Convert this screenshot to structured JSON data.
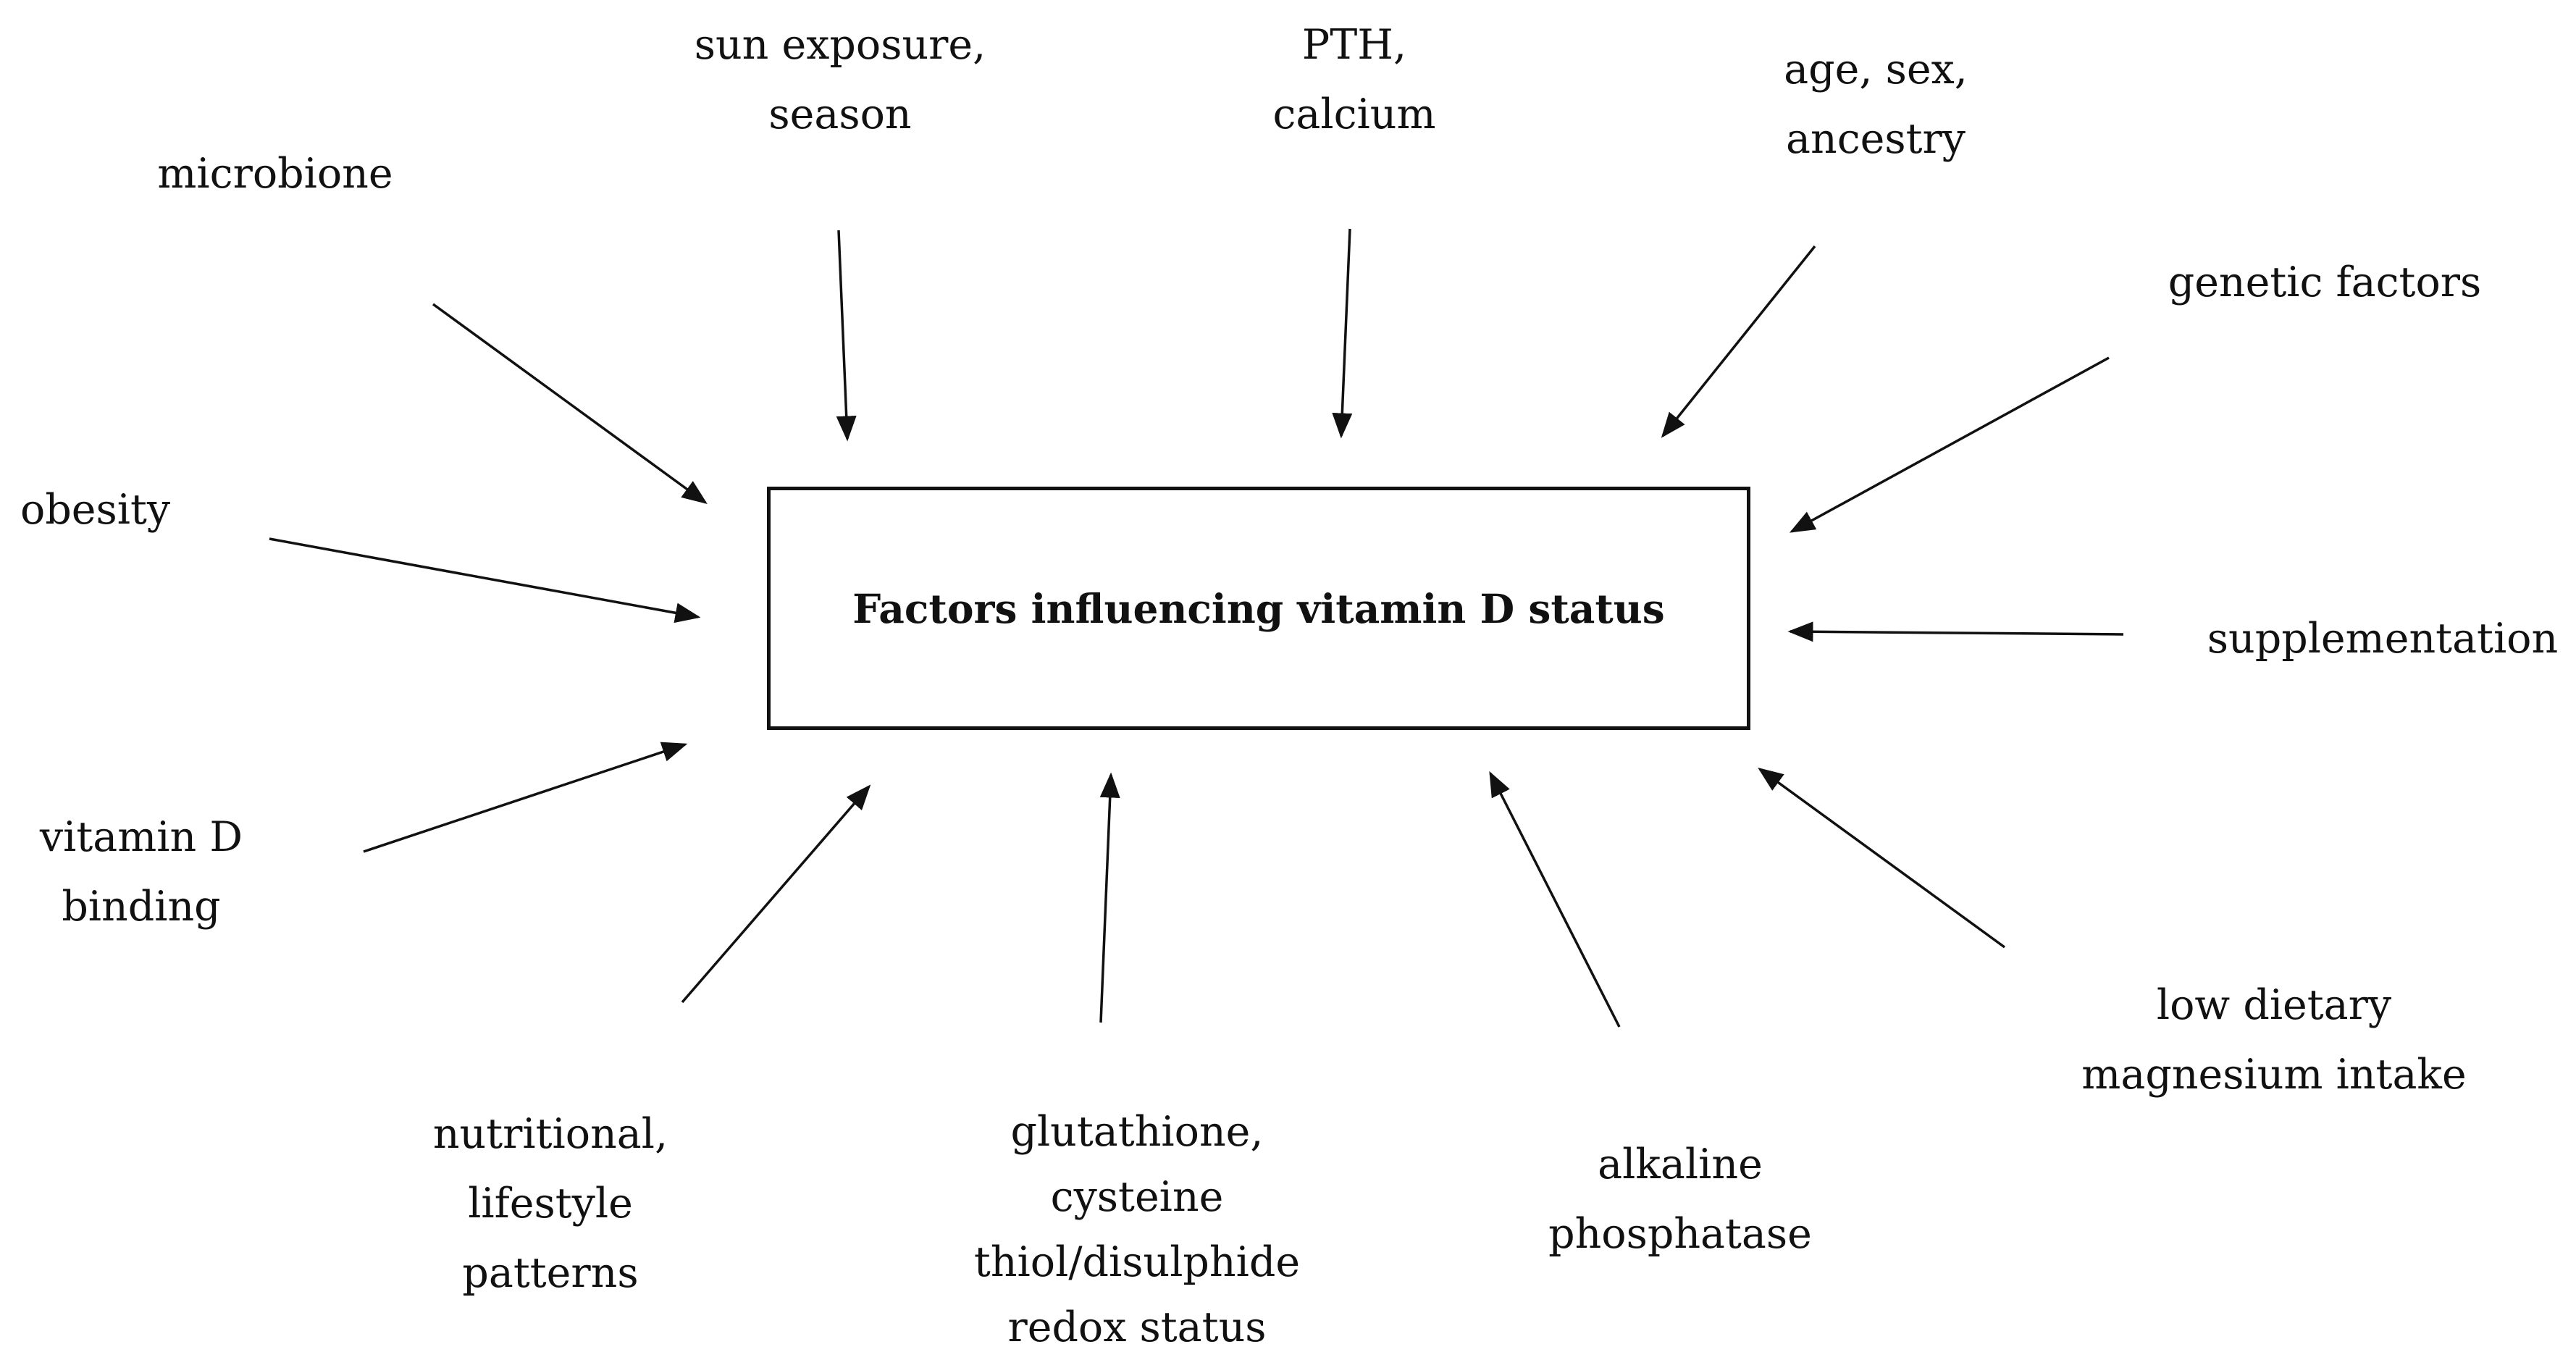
{
  "center": {
    "title": "Factors influencing vitamin D status"
  },
  "factors": {
    "microbione": [
      "microbione"
    ],
    "sun": [
      "sun exposure,",
      "season"
    ],
    "pth": [
      "PTH,",
      "calcium"
    ],
    "age": [
      "age, sex,",
      "ancestry"
    ],
    "genetic": [
      "genetic factors"
    ],
    "obesity": [
      "obesity"
    ],
    "supplementation": [
      "supplementation"
    ],
    "vdbp": [
      "vitamin D",
      "binding"
    ],
    "nutritional": [
      "nutritional,",
      "lifestyle",
      "patterns"
    ],
    "glutathione": [
      "glutathione,",
      "cysteine",
      "thiol/disulphide",
      "redox status"
    ],
    "alkaline": [
      "alkaline",
      "phosphatase"
    ],
    "magnesium": [
      "low dietary",
      "magnesium intake"
    ]
  },
  "colors": {
    "ink": "#111111",
    "background": "#ffffff"
  }
}
